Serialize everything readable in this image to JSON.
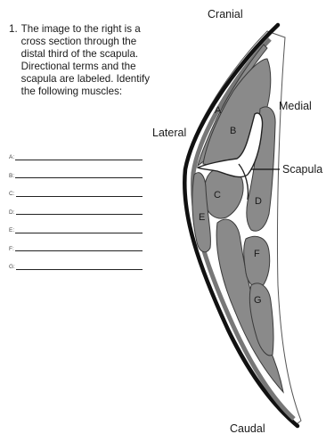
{
  "question": {
    "number": "1.",
    "text": "The image to the right is a cross section through the distal third of the scapula. Directional terms and the scapula are labeled. Identify the following muscles:"
  },
  "answers": [
    {
      "letter": "A:"
    },
    {
      "letter": "B:"
    },
    {
      "letter": "C:"
    },
    {
      "letter": "D:"
    },
    {
      "letter": "E:"
    },
    {
      "letter": "F:"
    },
    {
      "letter": "G:"
    }
  ],
  "diagram": {
    "directions": {
      "cranial": "Cranial",
      "medial": "Medial",
      "lateral": "Lateral",
      "caudal": "Caudal"
    },
    "scapula_label": "Scapula",
    "muscle_labels": {
      "A": "A",
      "B": "B",
      "C": "C",
      "D": "D",
      "E": "E",
      "F": "F",
      "G": "G"
    },
    "colors": {
      "muscle_fill": "#8a8a8a",
      "outline": "#111111",
      "scapula_fill": "#ffffff"
    }
  }
}
